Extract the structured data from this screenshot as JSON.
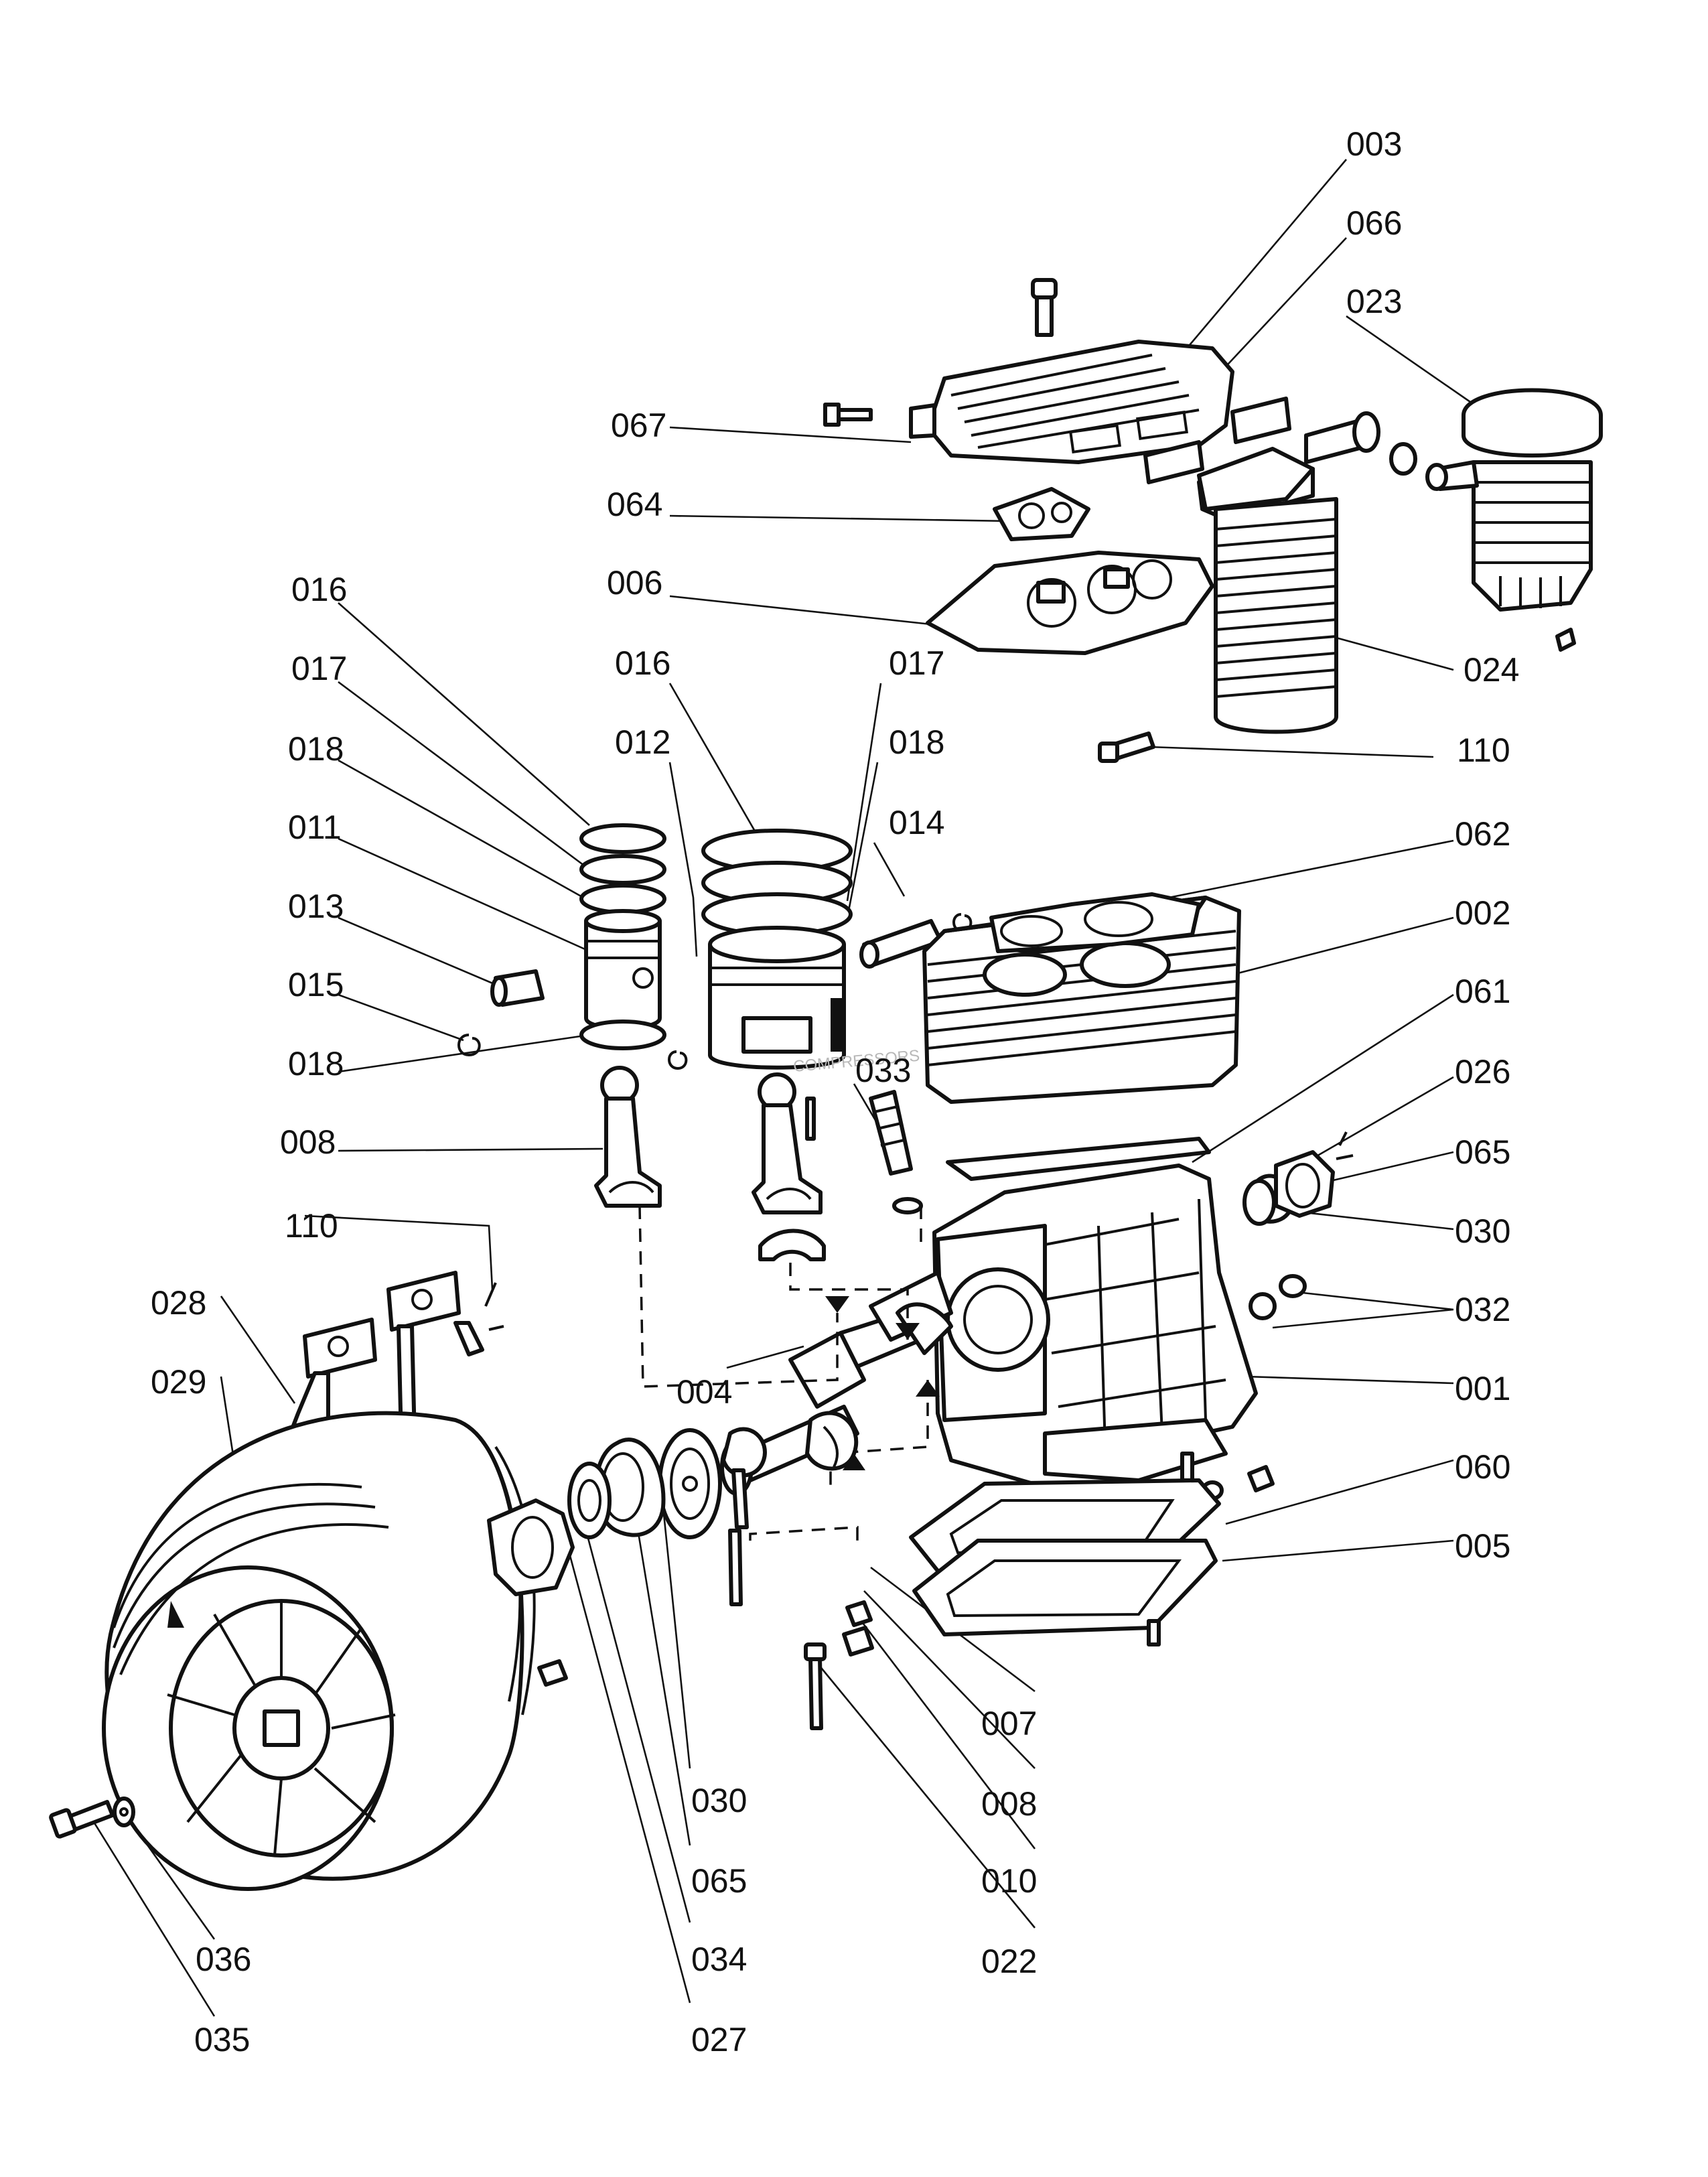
{
  "watermark": "COMPRESSORS",
  "parts": [
    {
      "id": "p003",
      "label": "003"
    },
    {
      "id": "p066",
      "label": "066"
    },
    {
      "id": "p023",
      "label": "023"
    },
    {
      "id": "p067",
      "label": "067"
    },
    {
      "id": "p064",
      "label": "064"
    },
    {
      "id": "p006",
      "label": "006"
    },
    {
      "id": "p024",
      "label": "024"
    },
    {
      "id": "p110a",
      "label": "110"
    },
    {
      "id": "p016a",
      "label": "016"
    },
    {
      "id": "p017a",
      "label": "017"
    },
    {
      "id": "p018a",
      "label": "018"
    },
    {
      "id": "p011",
      "label": "011"
    },
    {
      "id": "p013",
      "label": "013"
    },
    {
      "id": "p015",
      "label": "015"
    },
    {
      "id": "p018c",
      "label": "018"
    },
    {
      "id": "p008a",
      "label": "008"
    },
    {
      "id": "p016b",
      "label": "016"
    },
    {
      "id": "p012",
      "label": "012"
    },
    {
      "id": "p017b",
      "label": "017"
    },
    {
      "id": "p018b",
      "label": "018"
    },
    {
      "id": "p014",
      "label": "014"
    },
    {
      "id": "p062",
      "label": "062"
    },
    {
      "id": "p002",
      "label": "002"
    },
    {
      "id": "p061",
      "label": "061"
    },
    {
      "id": "p033",
      "label": "033"
    },
    {
      "id": "p026",
      "label": "026"
    },
    {
      "id": "p065a",
      "label": "065"
    },
    {
      "id": "p030a",
      "label": "030"
    },
    {
      "id": "p032",
      "label": "032"
    },
    {
      "id": "p001",
      "label": "001"
    },
    {
      "id": "p060",
      "label": "060"
    },
    {
      "id": "p005",
      "label": "005"
    },
    {
      "id": "p110b",
      "label": "110"
    },
    {
      "id": "p028",
      "label": "028"
    },
    {
      "id": "p029",
      "label": "029"
    },
    {
      "id": "p004",
      "label": "004"
    },
    {
      "id": "p007",
      "label": "007"
    },
    {
      "id": "p008b",
      "label": "008"
    },
    {
      "id": "p030b",
      "label": "030"
    },
    {
      "id": "p010",
      "label": "010"
    },
    {
      "id": "p065b",
      "label": "065"
    },
    {
      "id": "p022",
      "label": "022"
    },
    {
      "id": "p036",
      "label": "036"
    },
    {
      "id": "p034",
      "label": "034"
    },
    {
      "id": "p035",
      "label": "035"
    },
    {
      "id": "p027",
      "label": "027"
    }
  ]
}
